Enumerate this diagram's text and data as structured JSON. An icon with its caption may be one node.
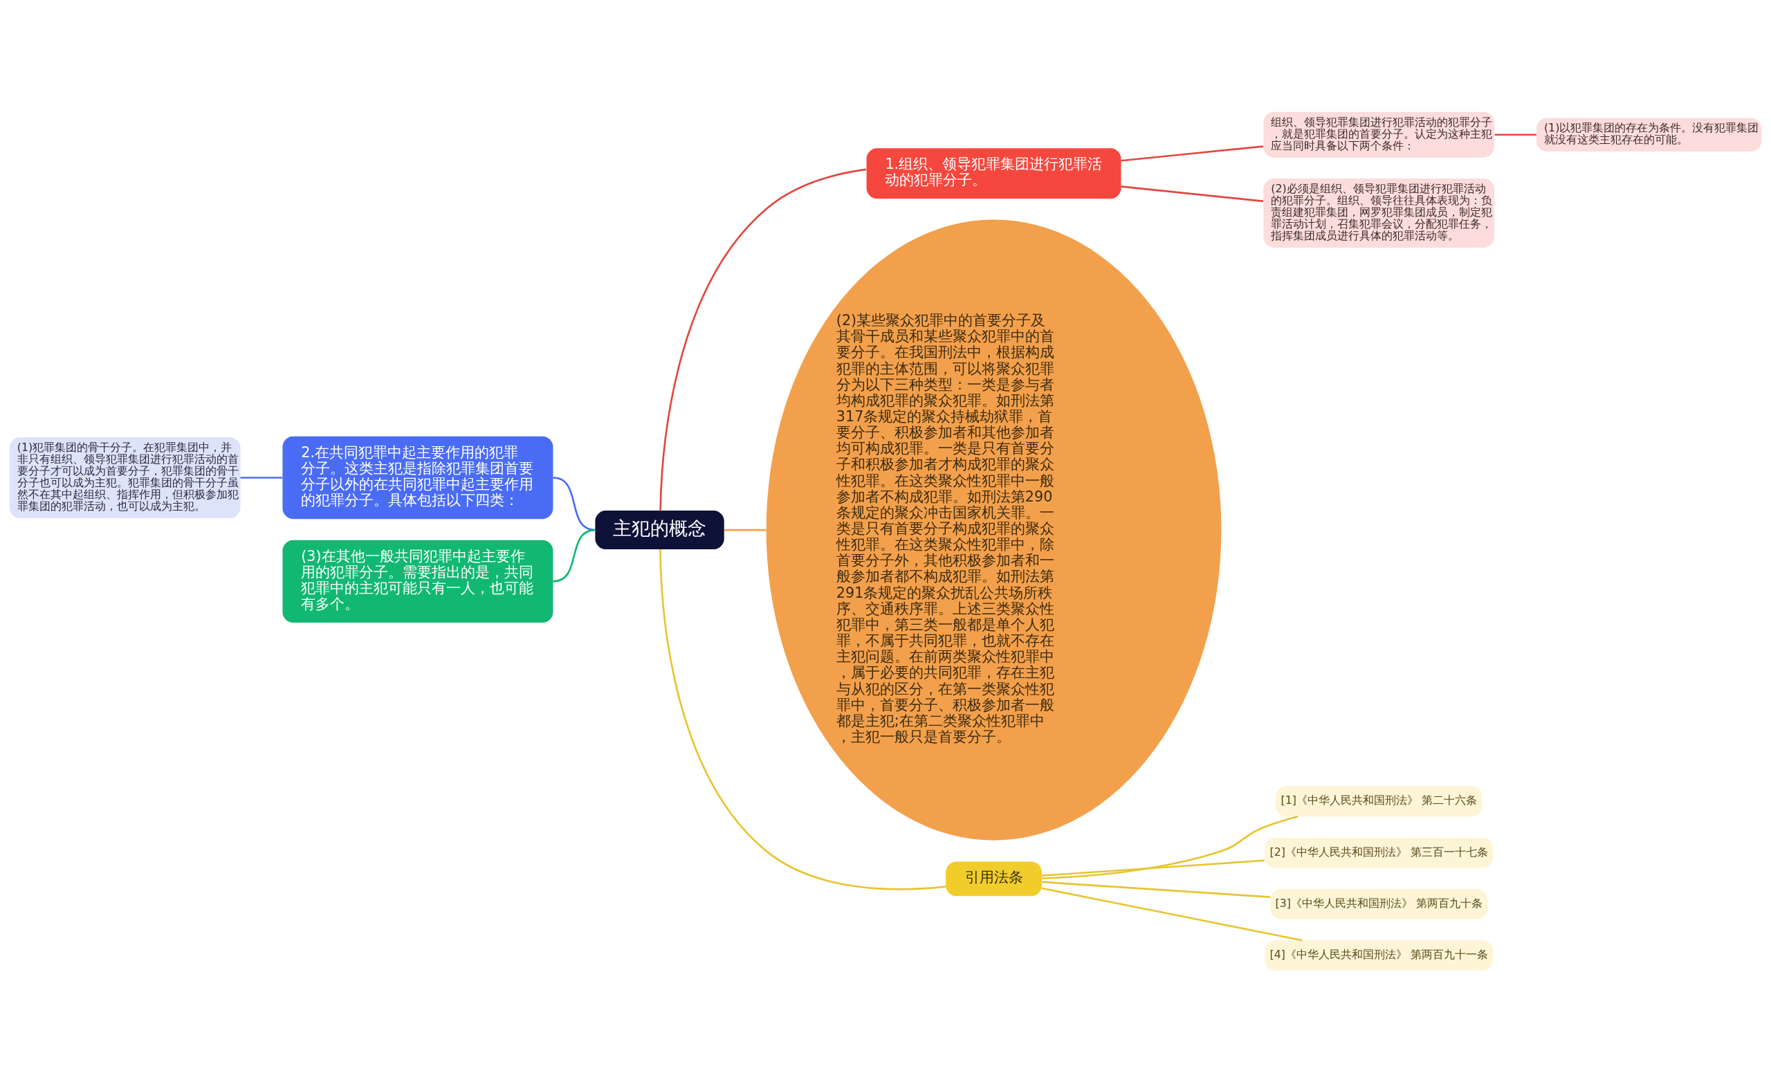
{
  "diagram": {
    "nodes": [
      {
        "text": [
          "主犯的概念"
        ]
      },
      {
        "text": [
          "1.组织、领导犯罪集团进行犯罪活动的犯罪分子。"
        ]
      },
      {
        "text": [
          "组织、领导犯罪集团进行犯罪活动的犯罪分子，就是犯罪集团的首要分子。认定为这种主犯应当同时具备以下两个条件："
        ]
      },
      {
        "text": [
          "(1)以犯罪集团的存在为条件。没有犯罪集团就没有这类主犯存在的可能。"
        ]
      },
      {
        "text": [
          "(2)必须是组织、领导犯罪集团进行犯罪活动的犯罪分子。组织、领导往往具体表现为：负责组建犯罪集团，网罗犯罪集团成员，制定犯罪活动计划，召集犯罪会议，分配犯罪任务，指挥集团成员进行具体的犯罪活动等。"
        ]
      },
      {
        "text": [
          "2.在共同犯罪中起主要作用的犯罪分子。这类主犯是指除犯罪集团首要分子以外的在共同犯罪中起主要作用的犯罪分子。具体包括以下四类："
        ]
      },
      {
        "text": [
          "(1)犯罪集团的骨干分子。在犯罪集团中，并非只有组织、领导犯罪集团进行犯罪活动的首要分子才可以成为首要分子，犯罪集团的骨干分子也可以成为主犯。犯罪集团的骨干分子虽然不在其中起组织、指挥作用，但积极参加犯罪集团的犯罪活动，也可以成为主犯。"
        ]
      },
      {
        "text": [
          "(3)在其他一般共同犯罪中起主要作用的犯罪分子。需要指出的是，共同犯罪中的主犯可能只有一人，也可能有多个。"
        ]
      },
      {
        "text": [
          "(2)某些聚众犯罪中的首要分子及其骨干成员和某些聚众犯罪中的首要分子。在我国刑法中，根据构成犯罪的主体范围，可以将聚众犯罪分为以下三种类型：一类是参与者均构成犯罪的聚众犯罪。如刑法第317条规定的聚众持械劫狱罪，首要分子、积极参加者和其他参加者均可构成犯罪。一类是只有首要分子和积极参加者才构成犯罪的聚众性犯罪。在这类聚众性犯罪中一般参加者不构成犯罪。如刑法第290条规定的聚众冲击国家机关罪。一类是只有首要分子构成犯罪的聚众性犯罪。在这类聚众性犯罪中，除首要分子外，其他积极参加者和一般参加者都不构成犯罪。如刑法第291条规定的聚众扰乱公共场所秩序、交通秩序罪。上述三类聚众性犯罪中，第三类一般都是单个人犯罪，不属于共同犯罪，也就不存在主犯问题。在前两类聚众性犯罪中，属于必要的共同犯罪，存在主犯与从犯的区分，在第一类聚众性犯罪中，首要分子、积极参加者一般都是主犯;在第二类聚众性犯罪中，主犯一般只是首要分子。"
        ]
      },
      {
        "text": [
          "引用法条"
        ]
      },
      {
        "text": [
          "[1]《中华人民共和国刑法》 第二十六条"
        ]
      },
      {
        "text": [
          "[2]《中华人民共和国刑法》 第三百一十七条"
        ]
      },
      {
        "text": [
          "[3]《中华人民共和国刑法》 第两百九十条"
        ]
      },
      {
        "text": [
          "[4]《中华人民共和国刑法》 第两百九十一条"
        ]
      }
    ],
    "edges": [
      {
        "from": 0,
        "to": 1,
        "arrow": "none",
        "color": "#e0483e"
      },
      {
        "from": 1,
        "to": 2,
        "arrow": "none",
        "color": "#e0483e"
      },
      {
        "from": 2,
        "to": 3,
        "arrow": "none",
        "color": "#e0483e"
      },
      {
        "from": 1,
        "to": 4,
        "arrow": "none",
        "color": "#e0483e"
      },
      {
        "from": 0,
        "to": 5,
        "arrow": "none",
        "color": "#4a6cf5"
      },
      {
        "from": 5,
        "to": 6,
        "arrow": "none",
        "color": "#4a6cf5"
      },
      {
        "from": 0,
        "to": 7,
        "arrow": "none",
        "color": "#12b872"
      },
      {
        "from": 0,
        "to": 8,
        "arrow": "none",
        "color": "#f3a04c"
      },
      {
        "from": 0,
        "to": 9,
        "arrow": "none",
        "color": "#e6c531"
      },
      {
        "from": 9,
        "to": 10,
        "arrow": "none",
        "color": "#e6c531"
      },
      {
        "from": 9,
        "to": 11,
        "arrow": "none",
        "color": "#e6c531"
      },
      {
        "from": 9,
        "to": 12,
        "arrow": "none",
        "color": "#e6c531"
      },
      {
        "from": 9,
        "to": 13,
        "arrow": "none",
        "color": "#e6c531"
      }
    ]
  }
}
